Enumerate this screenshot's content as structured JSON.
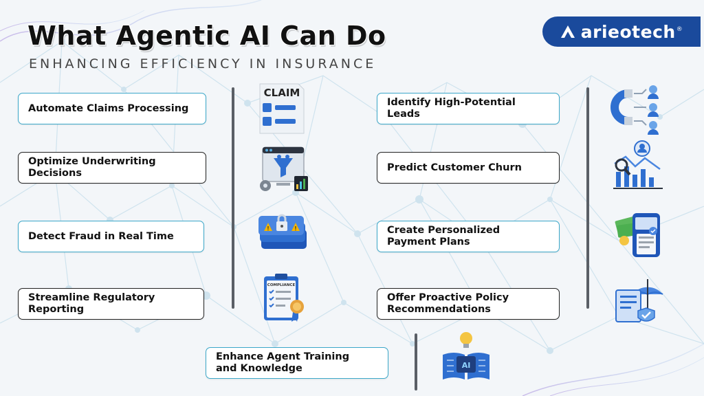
{
  "title": "What Agentic AI Can Do",
  "subtitle": "ENHANCING EFFICIENCY IN INSURANCE",
  "brand": {
    "name": "arieotech",
    "trademark": "®",
    "color": "#1a4a9c"
  },
  "colors": {
    "card_border_blue": "#3ba7c9",
    "card_border_dark": "#222222",
    "divider": "#5a5f66",
    "icon_blue": "#2f6fd0"
  },
  "left_items": [
    {
      "label": "Automate Claims Processing",
      "icon": "claim-form-icon",
      "icon_text": "CLAIM"
    },
    {
      "label": "Optimize Underwriting Decisions",
      "icon": "underwriting-funnel-icon"
    },
    {
      "label": "Detect Fraud in Real Time",
      "icon": "fraud-alert-lock-icon"
    },
    {
      "label": "Streamline Regulatory Reporting",
      "icon": "compliance-clipboard-icon",
      "icon_text": "COMPLIANCE"
    }
  ],
  "right_items": [
    {
      "label": "Identify High-Potential Leads",
      "icon": "lead-magnet-icon"
    },
    {
      "label": "Predict Customer Churn",
      "icon": "churn-chart-icon"
    },
    {
      "label": "Create Personalized Payment Plans",
      "icon": "payment-plan-icon"
    },
    {
      "label": "Offer Proactive Policy Recommendations",
      "icon": "policy-umbrella-icon"
    }
  ],
  "bottom_item": {
    "label": "Enhance Agent Training and Knowledge",
    "icon": "ai-training-book-icon",
    "icon_text": "AI"
  }
}
